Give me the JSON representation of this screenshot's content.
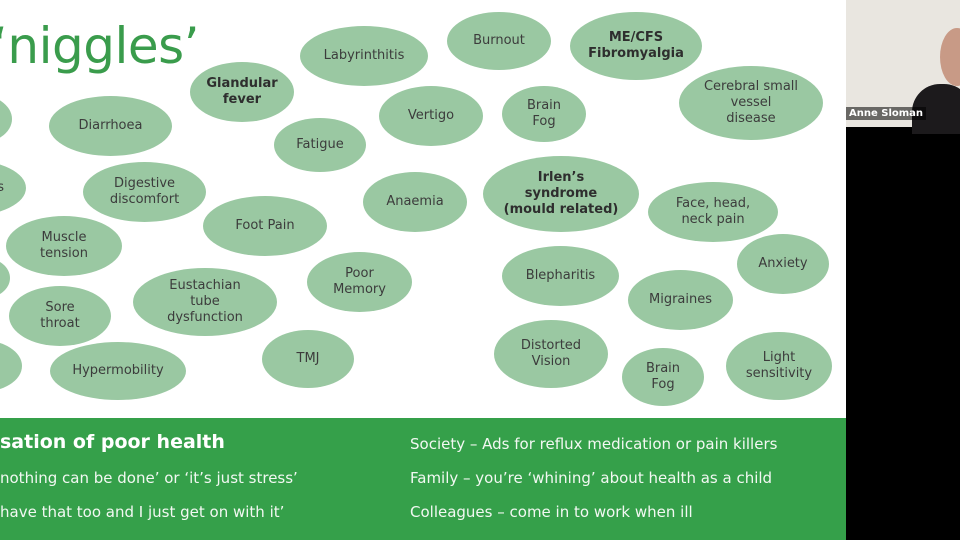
{
  "slide": {
    "title": "‘niggles’",
    "bubbles": [
      {
        "text": "Labyrinthitis",
        "bold": false
      },
      {
        "text": "Burnout",
        "bold": false
      },
      {
        "text": "ME/CFS\nFibromyalgia",
        "bold": true
      },
      {
        "text": "Glandular\nfever",
        "bold": true
      },
      {
        "text": "Cerebral small\nvessel\ndisease",
        "bold": false
      },
      {
        "text": "Diarrhoea",
        "bold": false
      },
      {
        "text": "Vertigo",
        "bold": false
      },
      {
        "text": "Brain\nFog",
        "bold": false
      },
      {
        "text": "Fatigue",
        "bold": false
      },
      {
        "text": "Digestive\ndiscomfort",
        "bold": false
      },
      {
        "text": "Anaemia",
        "bold": false
      },
      {
        "text": "Irlen’s\nsyndrome\n(mould related)",
        "bold": true
      },
      {
        "text": "Face, head,\nneck pain",
        "bold": false
      },
      {
        "text": "Foot Pain",
        "bold": false
      },
      {
        "text": "Muscle\ntension",
        "bold": false
      },
      {
        "text": "Anxiety",
        "bold": false
      },
      {
        "text": "Poor\nMemory",
        "bold": false
      },
      {
        "text": "Blepharitis",
        "bold": false
      },
      {
        "text": "Eustachian\ntube\ndysfunction",
        "bold": false
      },
      {
        "text": "Migraines",
        "bold": false
      },
      {
        "text": "Sore\nthroat",
        "bold": false
      },
      {
        "text": "TMJ",
        "bold": false
      },
      {
        "text": "Distorted\nVision",
        "bold": false
      },
      {
        "text": "Hypermobility",
        "bold": false
      },
      {
        "text": "Light\nsensitivity",
        "bold": false
      },
      {
        "text": "Brain\nFog",
        "bold": false
      },
      {
        "text": "",
        "bold": false
      },
      {
        "text": "s",
        "bold": false
      },
      {
        "text": "",
        "bold": false
      },
      {
        "text": "",
        "bold": false
      }
    ]
  },
  "footer": {
    "heading": "sation of poor health",
    "left_lines": [
      "nothing can be done’ or ‘it’s just stress’",
      "have that too and I just get on with it’"
    ],
    "right_lines": [
      "Society – Ads for reflux medication or pain killers",
      "Family – you’re ‘whining’ about health as a child",
      "Colleagues – come in to work when ill"
    ]
  },
  "participant": {
    "name": "Anne Sloman"
  },
  "colors": {
    "title_green": "#3a9c4c",
    "bubble_fill": "#9ac8a2",
    "footer_green": "#35a04a"
  }
}
